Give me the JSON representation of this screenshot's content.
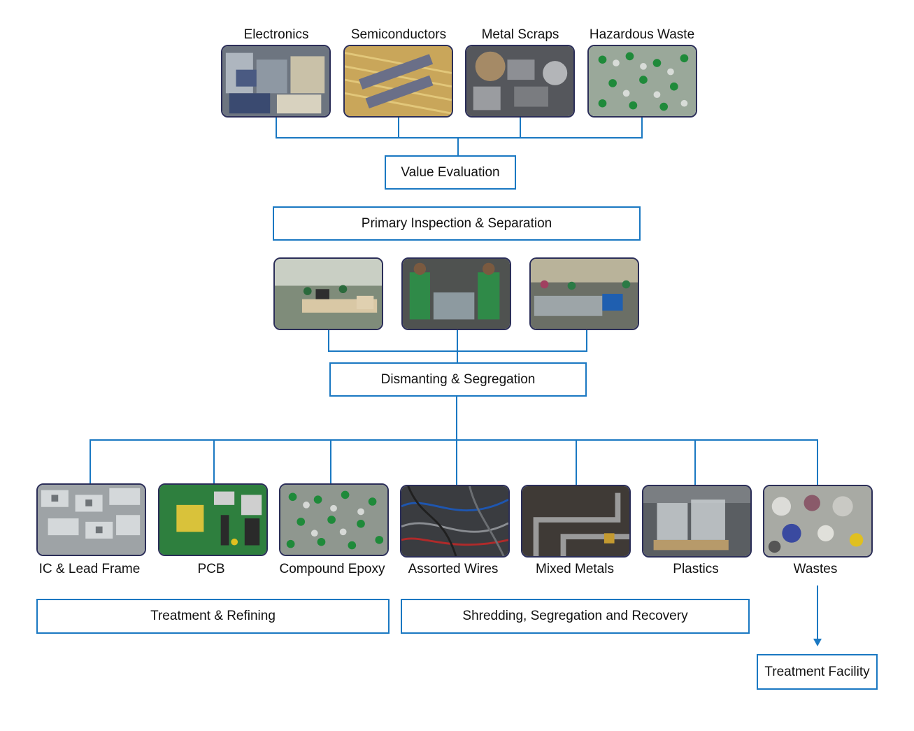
{
  "sources": [
    {
      "label": "Electronics",
      "icon": "electronics-photo"
    },
    {
      "label": "Semiconductors",
      "icon": "semiconductors-photo"
    },
    {
      "label": "Metal Scraps",
      "icon": "metal-scraps-photo"
    },
    {
      "label": "Hazardous Waste",
      "icon": "hazardous-waste-photo"
    }
  ],
  "steps": {
    "value_evaluation": "Value Evaluation",
    "primary_inspection": "Primary Inspection & Separation",
    "dismantling": "Dismanting & Segregation",
    "treatment_refining": "Treatment & Refining",
    "shredding": "Shredding, Segregation and Recovery",
    "treatment_facility": "Treatment Facility"
  },
  "outputs": [
    {
      "label": "IC & Lead Frame",
      "icon": "lead-frame-photo"
    },
    {
      "label": "PCB",
      "icon": "pcb-photo"
    },
    {
      "label": "Compound Epoxy",
      "icon": "compound-epoxy-photo"
    },
    {
      "label": "Assorted Wires",
      "icon": "assorted-wires-photo"
    },
    {
      "label": "Mixed Metals",
      "icon": "mixed-metals-photo"
    },
    {
      "label": "Plastics",
      "icon": "plastics-photo"
    },
    {
      "label": "Wastes",
      "icon": "wastes-photo"
    }
  ],
  "colors": {
    "accent": "#1a78c2",
    "photo_border": "#2b2e58"
  }
}
